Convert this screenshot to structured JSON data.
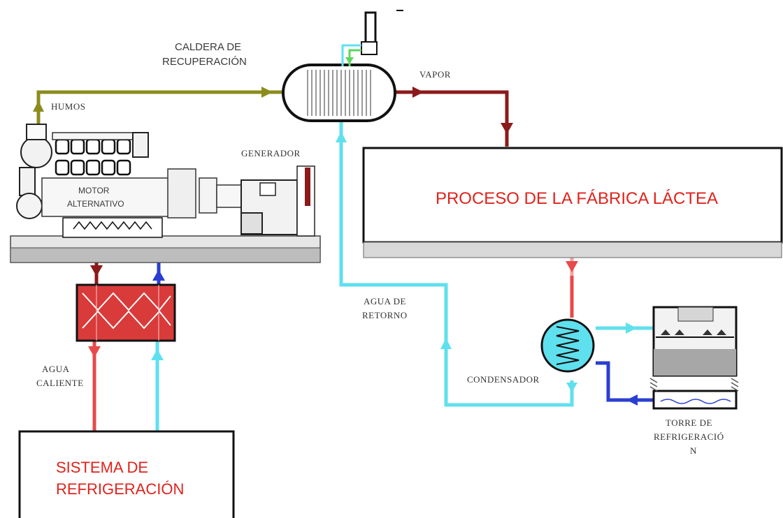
{
  "labels": {
    "caldera_line1": "CALDERA DE",
    "caldera_line2": "RECUPERACIÓN",
    "humos": "HUMOS",
    "vapor": "VAPOR",
    "generador": "GENERADOR",
    "motor_line1": "MOTOR",
    "motor_line2": "ALTERNATIVO",
    "agua_retorno_line1": "AGUA DE",
    "agua_retorno_line2": "RETORNO",
    "agua_caliente_line1": "AGUA",
    "agua_caliente_line2": "CALIENTE",
    "condensador": "CONDENSADOR",
    "torre_line1": "TORRE DE",
    "torre_line2": "REFRIGERACIÓ",
    "torre_line3": "N"
  },
  "boxes": {
    "proceso": "PROCESO DE LA FÁBRICA LÁCTEA",
    "sistema_line1": "SISTEMA DE",
    "sistema_line2": "REFRIGERACIÓN"
  },
  "colors": {
    "exhaust": "#8c8c1e",
    "steam": "#8b1a1a",
    "hot_water": "#e84a4a",
    "cold_water": "#5fe0ee",
    "blue_water": "#2a3fd0",
    "box_text": "#e0231c"
  }
}
